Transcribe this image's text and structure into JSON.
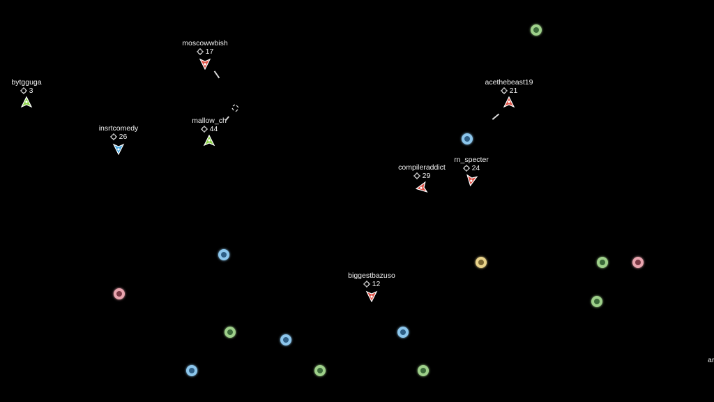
{
  "players": [
    {
      "name": "moscowwbish",
      "score": "17",
      "color": "#e0554a",
      "dir": 90
    },
    {
      "name": "bytgguga",
      "score": "3",
      "color": "#8fd64a",
      "dir": -90
    },
    {
      "name": "insrtcomedy",
      "score": "26",
      "color": "#4aa8e0",
      "dir": 90
    },
    {
      "name": "mallow_ch",
      "score": "44",
      "color": "#8fd64a",
      "dir": -90
    },
    {
      "name": "acethebeast19",
      "score": "21",
      "color": "#e0554a",
      "dir": -90
    },
    {
      "name": "rn_specter",
      "score": "24",
      "color": "#e0554a",
      "dir": 100
    },
    {
      "name": "compileraddict",
      "score": "29",
      "color": "#e0554a",
      "dir": 170
    },
    {
      "name": "biggestbazuso",
      "score": "12",
      "color": "#e0554a",
      "dir": 90
    }
  ],
  "orbs": [
    {
      "color": "#9ed08a",
      "core": "#3b6a3a"
    },
    {
      "color": "#8cc6ec",
      "core": "#2f5f86"
    },
    {
      "color": "#8cc6ec",
      "core": "#2f5f86"
    },
    {
      "color": "#e8d28a",
      "core": "#7a6632"
    },
    {
      "color": "#9ed08a",
      "core": "#3b6a3a"
    },
    {
      "color": "#e8a4ae",
      "core": "#7a3844"
    },
    {
      "color": "#9ed08a",
      "core": "#3b6a3a"
    },
    {
      "color": "#e8a4ae",
      "core": "#7a3844"
    },
    {
      "color": "#9ed08a",
      "core": "#3b6a3a"
    },
    {
      "color": "#8cc6ec",
      "core": "#2f5f86"
    },
    {
      "color": "#8cc6ec",
      "core": "#2f5f86"
    },
    {
      "color": "#8cc6ec",
      "core": "#2f5f86"
    },
    {
      "color": "#9ed08a",
      "core": "#3b6a3a"
    },
    {
      "color": "#9ed08a",
      "core": "#3b6a3a"
    }
  ],
  "edge_label": "ar"
}
